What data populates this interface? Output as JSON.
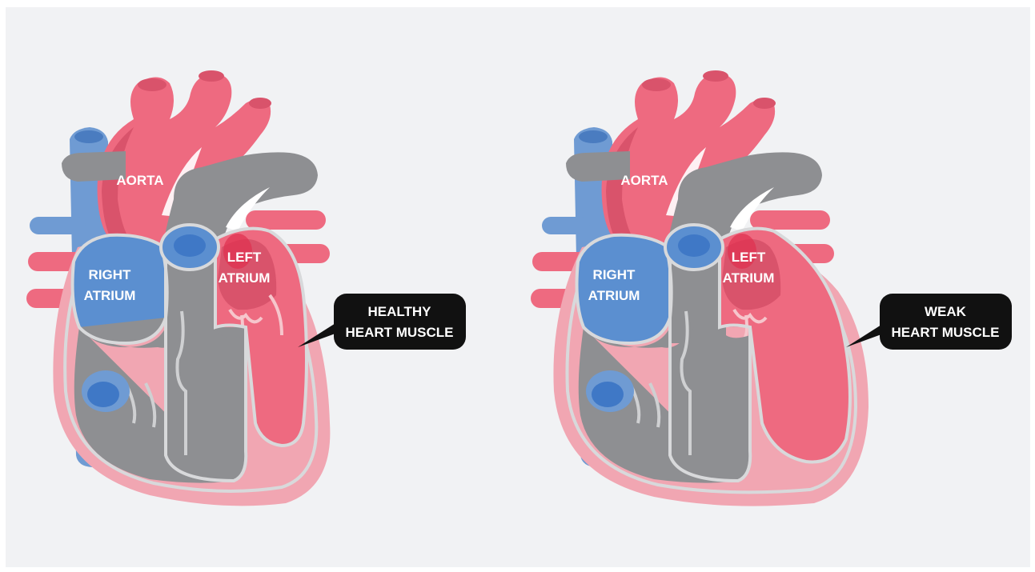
{
  "colors": {
    "background": "#f1f2f4",
    "vein_blue": "#6f9bd3",
    "atrium_blue": "#5b8fd0",
    "aorta_red": "#ee6a80",
    "aorta_dark": "#d9536b",
    "chamber_gray": "#8e8f92",
    "muscle_pink": "#f1a6b2",
    "outline": "#cfd0d2",
    "callout_black": "#111111"
  },
  "hearts": [
    {
      "id": "healthy",
      "labels": {
        "aorta": "AORTA",
        "right_atrium_1": "RIGHT",
        "right_atrium_2": "ATRIUM",
        "left_atrium_1": "LEFT",
        "left_atrium_2": "ATRIUM"
      },
      "callout": {
        "line1": "HEALTHY",
        "line2": "HEART MUSCLE"
      }
    },
    {
      "id": "weak",
      "labels": {
        "aorta": "AORTA",
        "right_atrium_1": "RIGHT",
        "right_atrium_2": "ATRIUM",
        "left_atrium_1": "LEFT",
        "left_atrium_2": "ATRIUM"
      },
      "callout": {
        "line1": "WEAK",
        "line2": "HEART MUSCLE"
      }
    }
  ]
}
